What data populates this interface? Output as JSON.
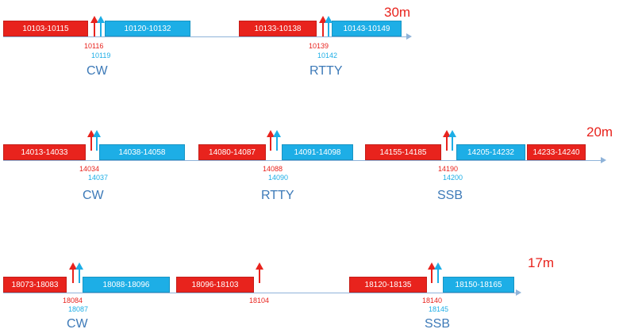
{
  "bands": [
    {
      "label": "30m",
      "segments": [
        "10103-10115",
        "10120-10132",
        "10133-10138",
        "10143-10149"
      ],
      "markers": [
        {
          "red": "10116",
          "blue": "10119"
        },
        {
          "red": "10139",
          "blue": "10142"
        }
      ],
      "modes": [
        "CW",
        "RTTY"
      ]
    },
    {
      "label": "20m",
      "segments": [
        "14013-14033",
        "14038-14058",
        "14080-14087",
        "14091-14098",
        "14155-14185",
        "14205-14232",
        "14233-14240"
      ],
      "markers": [
        {
          "red": "14034",
          "blue": "14037"
        },
        {
          "red": "14088",
          "blue": "14090"
        },
        {
          "red": "14190",
          "blue": "14200"
        }
      ],
      "modes": [
        "CW",
        "RTTY",
        "SSB"
      ]
    },
    {
      "label": "17m",
      "segments": [
        "18073-18083",
        "18088-18096",
        "18096-18103",
        "18120-18135",
        "18150-18165"
      ],
      "markers": [
        {
          "red": "18084",
          "blue": "18087"
        },
        {
          "red": "18104"
        },
        {
          "red": "18140",
          "blue": "18145"
        }
      ],
      "modes": [
        "CW",
        "SSB"
      ]
    }
  ]
}
